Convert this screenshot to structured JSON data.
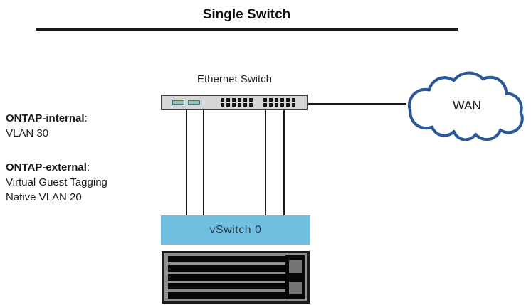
{
  "title": "Single Switch",
  "diagram": {
    "ethernet_switch": {
      "label": "Ethernet Switch",
      "ports_per_group": 12,
      "port_groups": 2
    },
    "wan": {
      "label": "WAN"
    },
    "vswitch": {
      "label": "vSwitch 0"
    },
    "server": {
      "drive_bay_count": 5
    },
    "annotations": {
      "internal_label": "ONTAP-internal",
      "internal_suffix": ":",
      "internal_value": "VLAN 30",
      "external_label": "ONTAP-external",
      "external_suffix": ":",
      "external_line1": "Virtual Guest Tagging",
      "external_line2": "Native VLAN 20"
    }
  },
  "colors": {
    "accent_blue": "#6FBFE0",
    "cloud_outline": "#2A5795",
    "switch_body": "#D6D6D6",
    "switch_border": "#3F3F3F",
    "port_green": "#8FCB90",
    "port_green_border": "#3C6E9F",
    "server_body": "#8F8F8F",
    "server_bay": "#070707",
    "server_button": "#757575",
    "line_black": "#1A1A1A"
  }
}
